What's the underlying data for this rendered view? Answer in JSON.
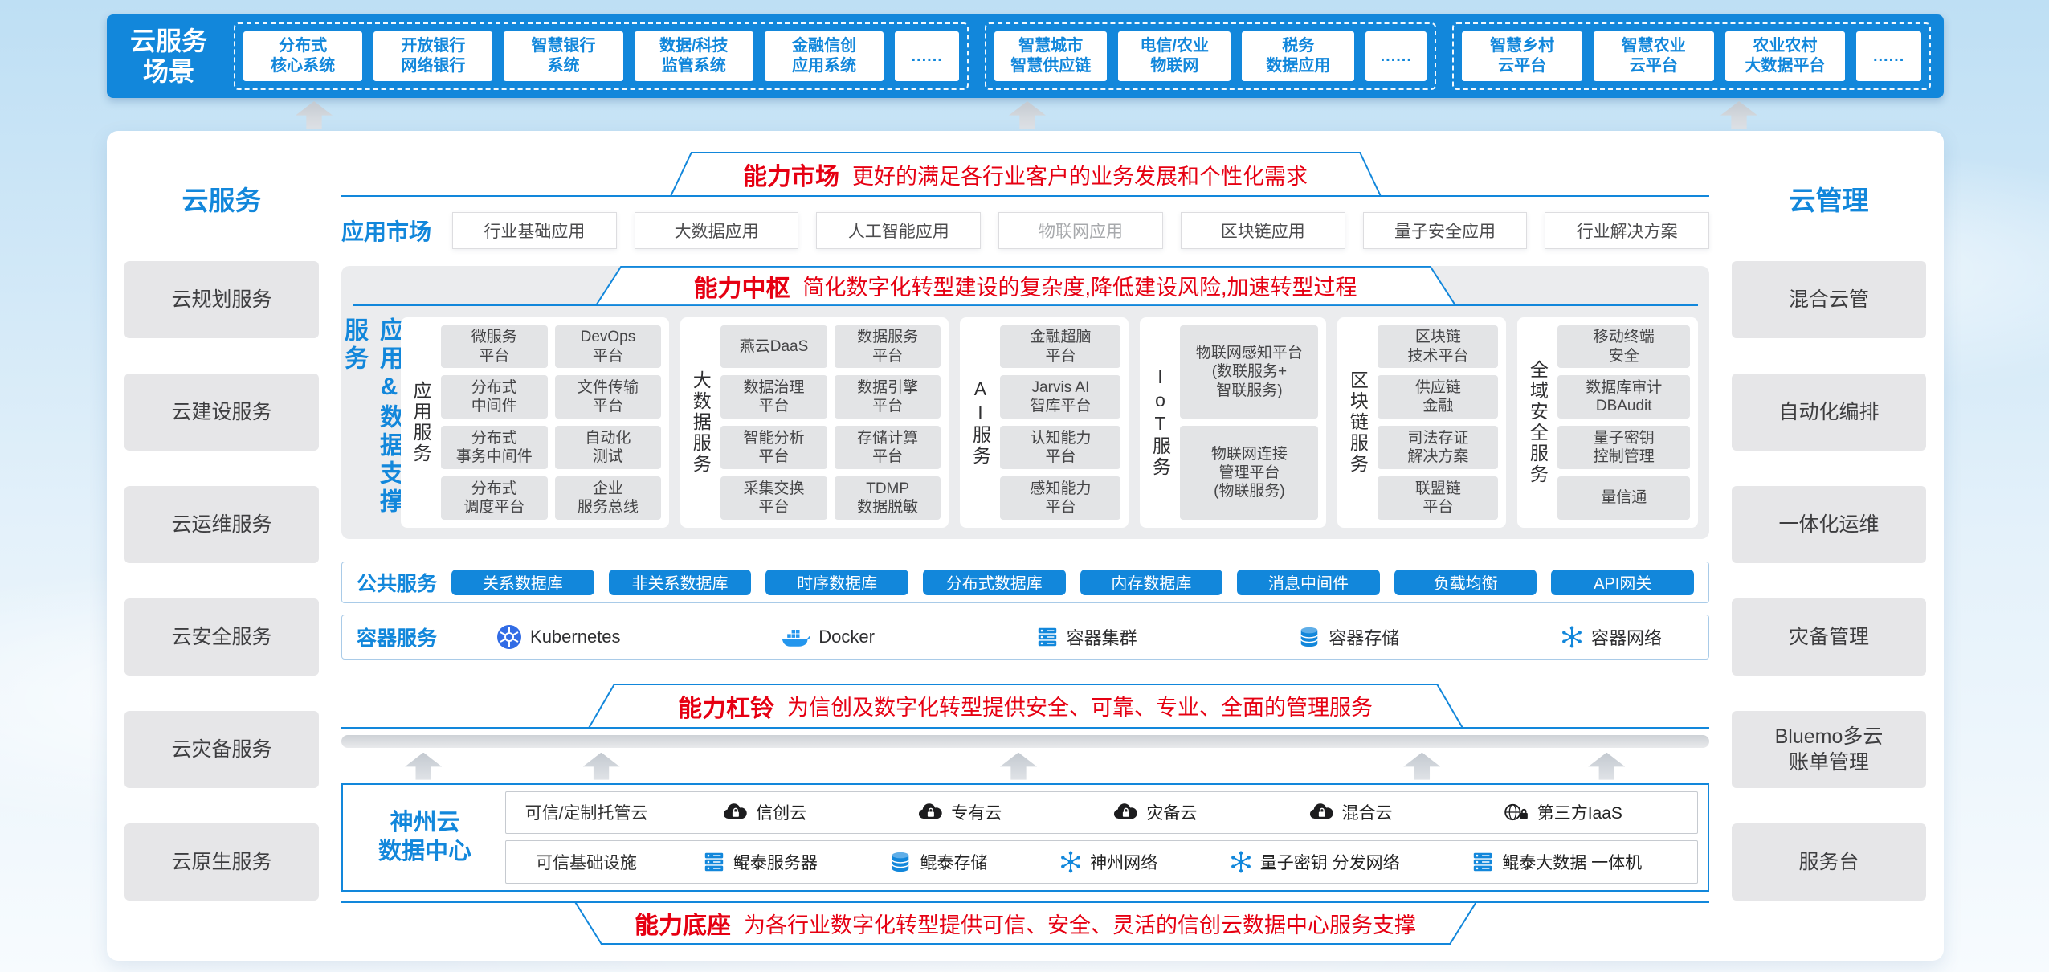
{
  "colors": {
    "primary_blue": "#1287DB",
    "accent_red": "#E60012"
  },
  "scenario_bar": {
    "title": "云服务\n场景",
    "groups": [
      {
        "items": [
          "分布式\n核心系统",
          "开放银行\n网络银行",
          "智慧银行\n系统",
          "数据/科技\n监管系统",
          "金融信创\n应用系统",
          "......"
        ]
      },
      {
        "items": [
          "智慧城市\n智慧供应链",
          "电信/农业\n物联网",
          "税务\n数据应用",
          "......"
        ]
      },
      {
        "items": [
          "智慧乡村\n云平台",
          "智慧农业\n云平台",
          "农业农村\n大数据平台",
          "......"
        ]
      }
    ]
  },
  "left_sidebar": {
    "title": "云服务",
    "items": [
      "云规划服务",
      "云建设服务",
      "云运维服务",
      "云安全服务",
      "云灾备服务",
      "云原生服务"
    ]
  },
  "right_sidebar": {
    "title": "云管理",
    "items": [
      "混合云管",
      "自动化编排",
      "一体化运维",
      "灾备管理",
      "Bluemo多云\n账单管理",
      "服务台"
    ]
  },
  "banners": {
    "market": {
      "title": "能力市场",
      "desc": "更好的满足各行业客户的业务发展和个性化需求"
    },
    "hub": {
      "title": "能力中枢",
      "desc": "简化数字化转型建设的复杂度,降低建设风险,加速转型过程"
    },
    "barbell": {
      "title": "能力杠铃",
      "desc": "为信创及数字化转型提供安全、可靠、专业、全面的管理服务"
    },
    "base": {
      "title": "能力底座",
      "desc": "为各行业数字化转型提供可信、安全、灵活的信创云数据中心服务支撑"
    }
  },
  "app_market": {
    "label": "应用市场",
    "items": [
      "行业基础应用",
      "大数据应用",
      "人工智能应用",
      "物联网应用",
      "区块链应用",
      "量子安全应用",
      "行业解决方案"
    ]
  },
  "capability_hub": {
    "side_label": "应用&数据支撑服务",
    "cards": [
      {
        "label": "应用服务",
        "items": [
          "微服务\n平台",
          "DevOps\n平台",
          "分布式\n中间件",
          "文件传输\n平台",
          "分布式\n事务中间件",
          "自动化\n测试",
          "分布式\n调度平台",
          "企业\n服务总线"
        ]
      },
      {
        "label": "大数据服务",
        "items": [
          "燕云DaaS",
          "数据服务\n平台",
          "数据治理\n平台",
          "数据引擎\n平台",
          "智能分析\n平台",
          "存储计算\n平台",
          "采集交换\n平台",
          "TDMP\n数据脱敏"
        ]
      },
      {
        "label": "AI服务",
        "items": [
          "金融超脑\n平台",
          "Jarvis AI\n智库平台",
          "认知能力\n平台",
          "感知能力\n平台"
        ]
      },
      {
        "label": "IoT服务",
        "items": [
          "物联网感知平台\n(数联服务+\n智联服务)",
          "物联网连接\n管理平台\n(物联服务)"
        ]
      },
      {
        "label": "区块链服务",
        "items": [
          "区块链\n技术平台",
          "供应链\n金融",
          "司法存证\n解决方案",
          "联盟链\n平台"
        ]
      },
      {
        "label": "全域安全服务",
        "items": [
          "移动终端\n安全",
          "数据库审计\nDBAudit",
          "量子密钥\n控制管理",
          "量信通"
        ]
      }
    ]
  },
  "public_services": {
    "label": "公共服务",
    "items": [
      "关系数据库",
      "非关系数据库",
      "时序数据库",
      "分布式数据库",
      "内存数据库",
      "消息中间件",
      "负载均衡",
      "API网关"
    ]
  },
  "container_services": {
    "label": "容器服务",
    "items": [
      {
        "label": "Kubernetes",
        "icon": "kubernetes-icon"
      },
      {
        "label": "Docker",
        "icon": "docker-icon"
      },
      {
        "label": "容器集群",
        "icon": "cluster-server-icon"
      },
      {
        "label": "容器存储",
        "icon": "storage-icon"
      },
      {
        "label": "容器网络",
        "icon": "network-icon"
      }
    ]
  },
  "datacenter": {
    "title": "神州云\n数据中心",
    "rows": [
      {
        "label": "可信/定制托管云",
        "items": [
          {
            "label": "信创云",
            "icon": "cloud-lock-icon"
          },
          {
            "label": "专有云",
            "icon": "cloud-lock-icon"
          },
          {
            "label": "灾备云",
            "icon": "cloud-lock-icon"
          },
          {
            "label": "混合云",
            "icon": "cloud-lock-icon"
          },
          {
            "label": "第三方IaaS",
            "icon": "globe-lock-icon"
          }
        ]
      },
      {
        "label": "可信基础设施",
        "items": [
          {
            "label": "鲲泰服务器",
            "icon": "server-icon"
          },
          {
            "label": "鲲泰存储",
            "icon": "storage-icon"
          },
          {
            "label": "神州网络",
            "icon": "network-icon"
          },
          {
            "label": "量子密钥 分发网络",
            "icon": "network-icon"
          },
          {
            "label": "鲲泰大数据 一体机",
            "icon": "server-icon"
          }
        ]
      }
    ]
  }
}
